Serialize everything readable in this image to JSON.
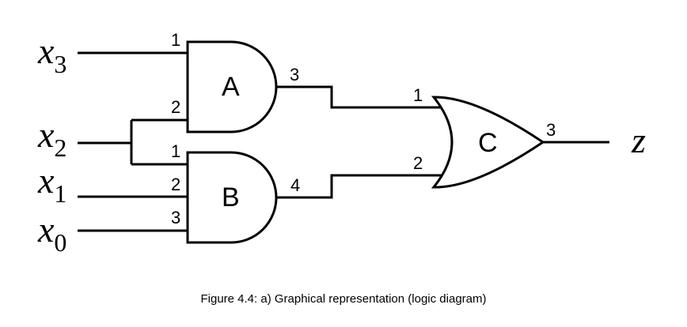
{
  "inputs": {
    "x3": {
      "letter": "x",
      "sub": "3"
    },
    "x2": {
      "letter": "x",
      "sub": "2"
    },
    "x1": {
      "letter": "x",
      "sub": "1"
    },
    "x0": {
      "letter": "x",
      "sub": "0"
    }
  },
  "output": {
    "letter": "z"
  },
  "gates": {
    "A": {
      "label": "A",
      "pins": {
        "in1": "1",
        "in2": "2",
        "out": "3"
      }
    },
    "B": {
      "label": "B",
      "pins": {
        "in1": "1",
        "in2": "2",
        "in3": "3",
        "out": "4"
      }
    },
    "C": {
      "label": "C",
      "pins": {
        "in1": "1",
        "in2": "2",
        "out": "3"
      }
    }
  },
  "caption": "Figure 4.4: a) Graphical representation (logic diagram)"
}
